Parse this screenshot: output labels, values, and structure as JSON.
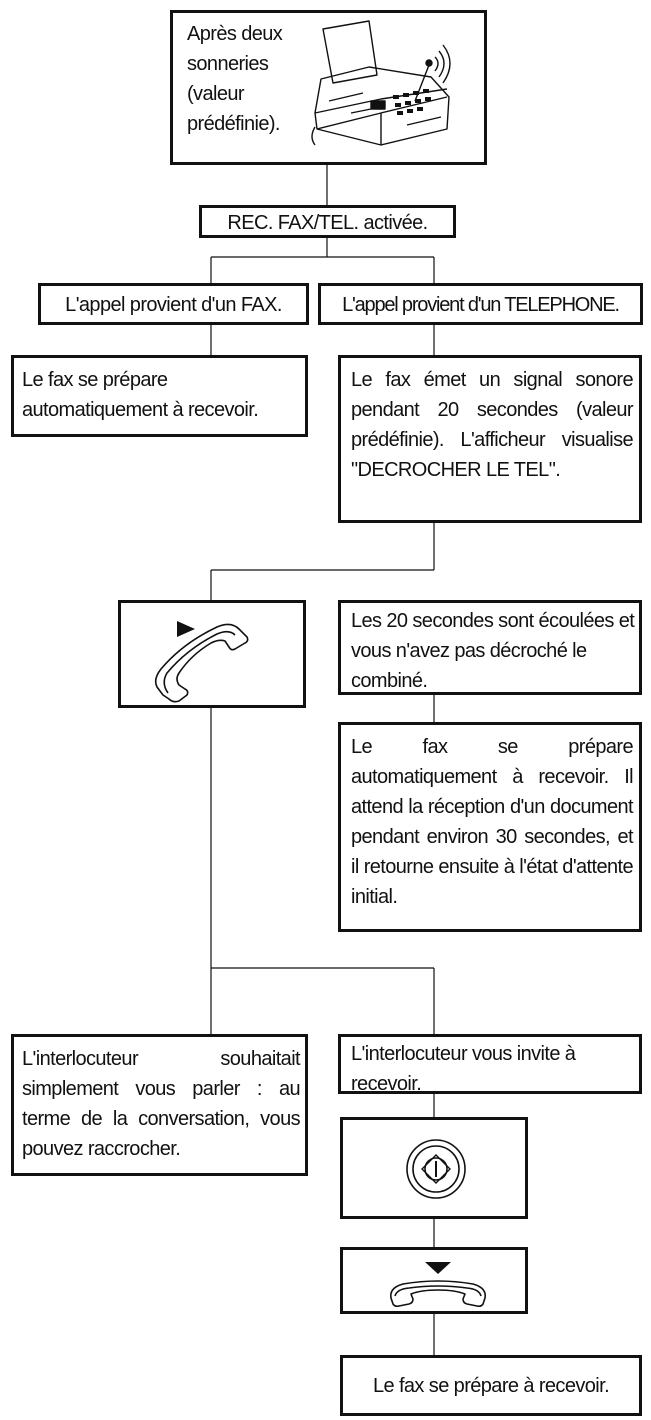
{
  "start": {
    "text": "Après deux sonneries (valeur prédéfinie).",
    "icon": "fax-machine-icon"
  },
  "mode": {
    "text": "REC. FAX/TEL. activée."
  },
  "branch_fax": {
    "label": "L'appel provient d'un FAX.",
    "result": "Le fax se prépare automatiquement à recevoir."
  },
  "branch_tel": {
    "label": "L'appel provient d'un TELEPHONE.",
    "result": "Le fax émet un signal sonore pendant 20 secondes (valeur prédéfinie). L'afficheur visualise \"DECROCHER LE TEL\"."
  },
  "pickup": {
    "icon": "handset-lift-icon"
  },
  "timeout": {
    "text": "Les 20 secondes sont écoulées et vous n'avez pas décroché le combiné.",
    "result": "Le fax se prépare automatiquement à recevoir. Il attend la réception d'un document pendant environ 30 secondes, et il retourne ensuite à l'état d'attente initial."
  },
  "talk": {
    "text": "L'interlocuteur souhaitait simplement vous parler : au terme de la conversation, vous pouvez raccrocher."
  },
  "invite": {
    "text": "L'interlocuteur vous invite à recevoir."
  },
  "start_button": {
    "icon": "start-button-icon"
  },
  "hangup": {
    "icon": "handset-down-icon"
  },
  "final": {
    "text": "Le fax se prépare à recevoir."
  }
}
